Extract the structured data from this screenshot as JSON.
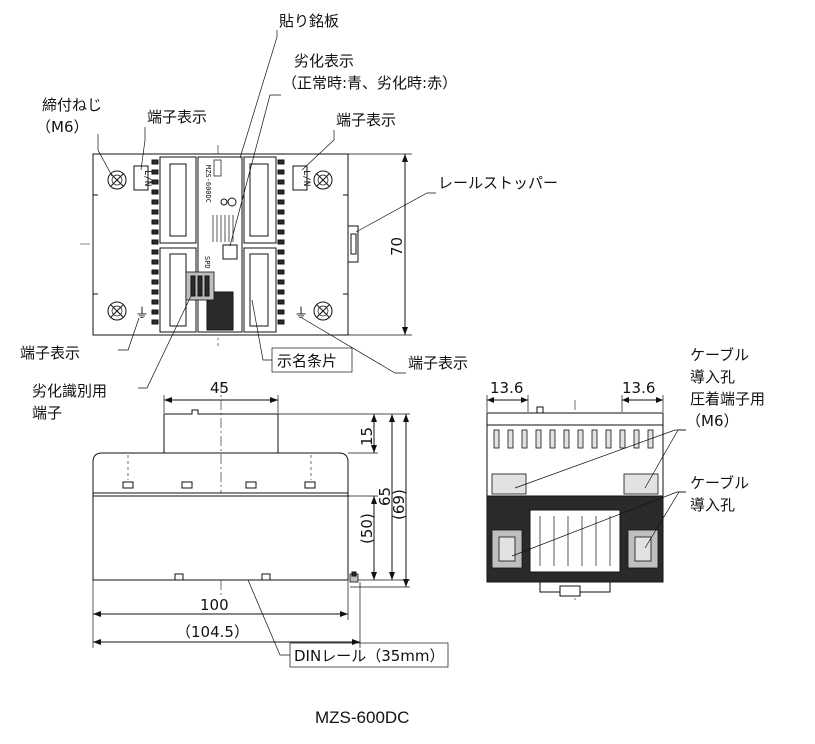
{
  "labels": {
    "nameplate": "貼り銘板",
    "degradation_display": "劣化表示",
    "degradation_display_note": "（正常時:青、劣化時:赤）",
    "tightening_screw": "締付ねじ",
    "tightening_screw_size": "（M6）",
    "terminal_display_top_left": "端子表示",
    "terminal_display_top_right": "端子表示",
    "rail_stopper": "レールストッパー",
    "terminal_display_left": "端子表示",
    "marker_strip": "示名条片",
    "terminal_display_bottom_right": "端子表示",
    "degradation_id_terminal_1": "劣化識別用",
    "degradation_id_terminal_2": "端子",
    "cable_entry_crimp_1": "ケーブル",
    "cable_entry_crimp_2": "導入孔",
    "cable_entry_crimp_3": "圧着端子用",
    "cable_entry_crimp_4": "（M6）",
    "cable_entry_1": "ケーブル",
    "cable_entry_2": "導入孔",
    "din_rail": "DINレール（35mm）",
    "model": "MZS-600DC"
  },
  "dimensions": {
    "height_70": "70",
    "width_45": "45",
    "dim_15": "15",
    "dim_65": "65",
    "dim_50": "(50)",
    "dim_69": "(69)",
    "width_100": "100",
    "width_1045": "（104.5）",
    "dim_136_left": "13.6",
    "dim_136_right": "13.6"
  },
  "device_marks": {
    "terminal_ln": "L/N",
    "ground_mark": "⏚",
    "model_small": "MZS-600DC",
    "spd": "SPD"
  }
}
